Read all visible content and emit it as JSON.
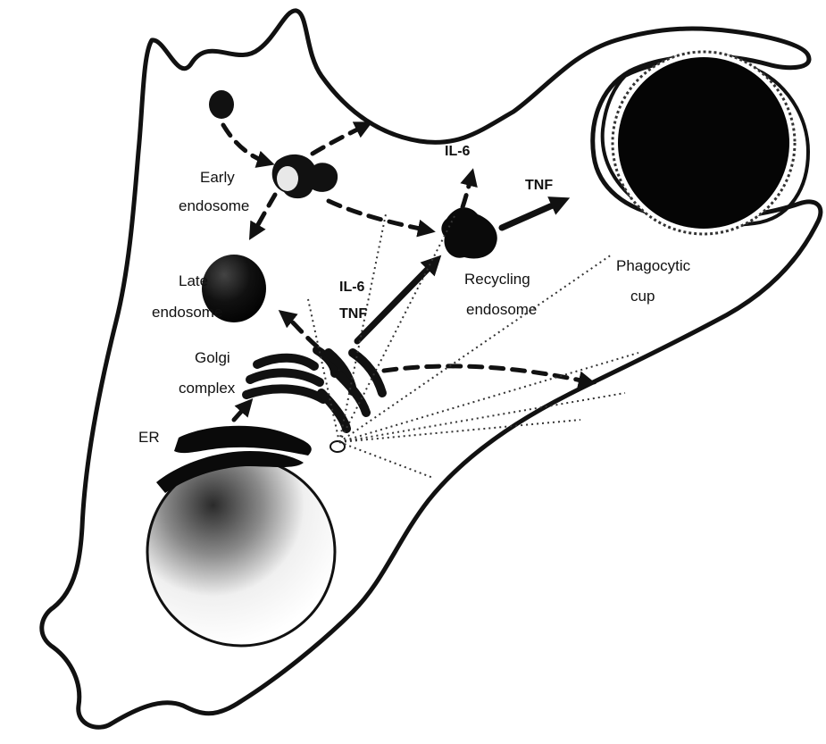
{
  "labels": {
    "early_endosome_line1": "Early",
    "early_endosome_line2": "endosome",
    "late_endosome_line1": "Late",
    "late_endosome_line2": "endosome",
    "golgi_line1": "Golgi",
    "golgi_line2": "complex",
    "er": "ER",
    "recycling_line1": "Recycling",
    "recycling_line2": "endosome",
    "phagocytic_line1": "Phagocytic",
    "phagocytic_line2": "cup",
    "il6_top": "IL-6",
    "tnf_top": "TNF",
    "il6_mid": "IL-6",
    "tnf_mid": "TNF"
  },
  "colors": {
    "outline": "#111111",
    "organelle": "#0a0a0a",
    "background": "#ffffff"
  }
}
